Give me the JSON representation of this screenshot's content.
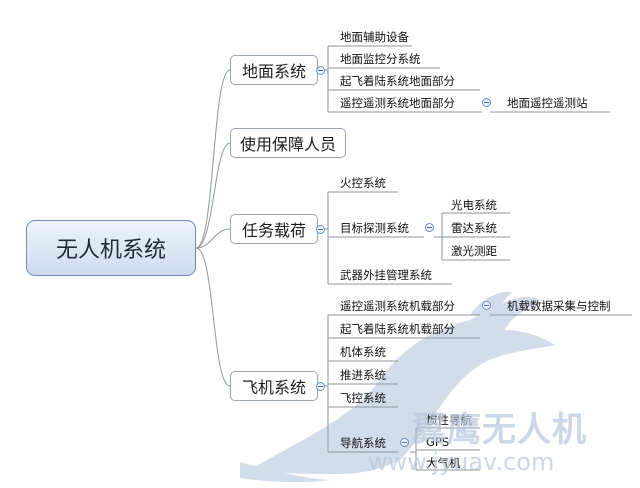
{
  "root": {
    "label": "无人机系统"
  },
  "branches": {
    "ground": {
      "label": "地面系统",
      "children": [
        "地面辅助设备",
        "地面监控分系统",
        "起飞着陆系统地面部分",
        "遥控遥测系统地面部分"
      ],
      "sub": "地面遥控遥测站"
    },
    "personnel": {
      "label": "使用保障人员"
    },
    "payload": {
      "label": "任务载荷",
      "children": [
        "火控系统",
        "目标探测系统",
        "武器外挂管理系统"
      ],
      "detection": [
        "光电系统",
        "雷达系统",
        "激光测距"
      ]
    },
    "aircraft": {
      "label": "飞机系统",
      "children": [
        "遥控遥测系统机载部分",
        "起飞着陆系统机载部分",
        "机体系统",
        "推进系统",
        "飞控系统",
        "导航系统"
      ],
      "telemetry_sub": "机载数据采集与控制",
      "navigation": [
        "惯性导航",
        "GPS",
        "大气机"
      ]
    }
  },
  "watermark": {
    "text": "翼鹰无人机",
    "url": "www.jyuav.com"
  },
  "colors": {
    "line": "#8e969e",
    "root_border": "#6f8fb6",
    "watermark": "#b8c8de"
  }
}
